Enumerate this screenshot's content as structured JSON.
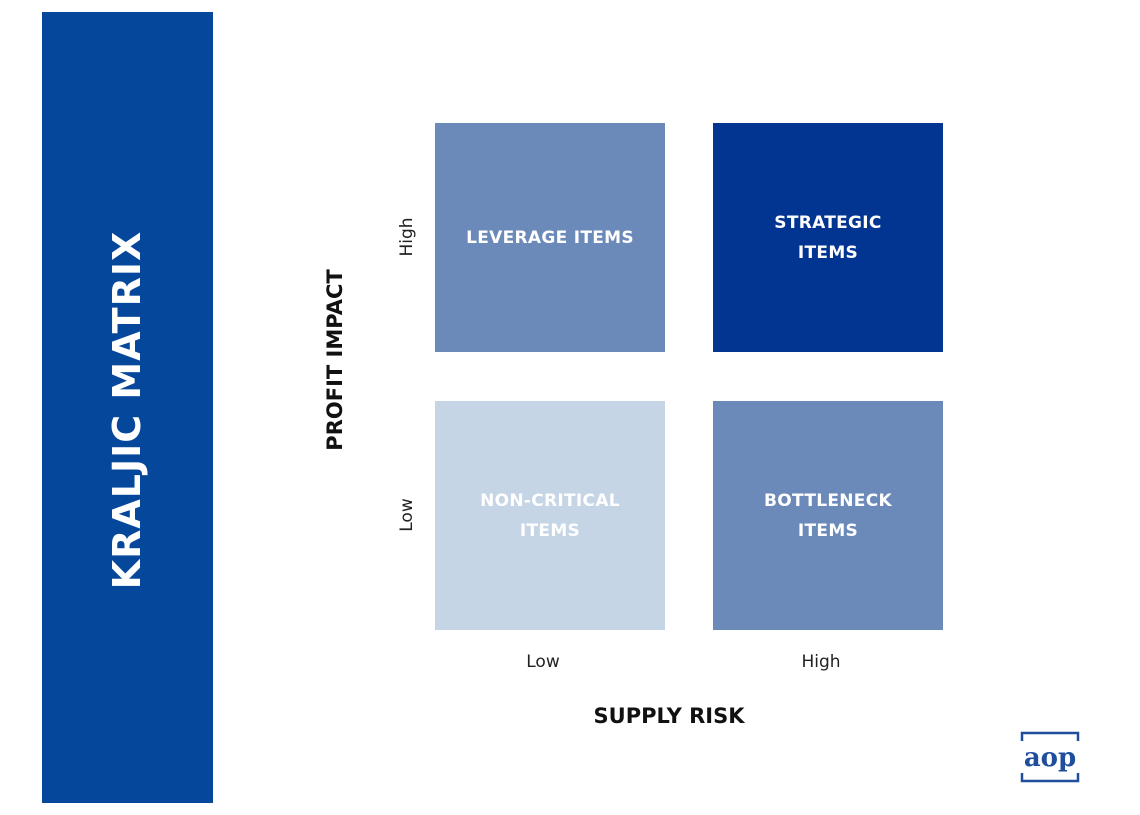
{
  "title": "KRALJIC MATRIX",
  "y_axis": {
    "label": "PROFIT IMPACT",
    "high": "High",
    "low": "Low"
  },
  "x_axis": {
    "label": "SUPPLY RISK",
    "low": "Low",
    "high": "High"
  },
  "quadrants": [
    {
      "label": "LEVERAGE ITEMS",
      "color": "#6b89b9"
    },
    {
      "label": "STRATEGIC ITEMS",
      "color": "#023591"
    },
    {
      "label": "NON-CRITICAL ITEMS",
      "color": "#c5d5e6"
    },
    {
      "label": "BOTTLENECK ITEMS",
      "color": "#6b89b9"
    }
  ],
  "logo": {
    "text": "aop",
    "color": "#1f4e9c"
  }
}
